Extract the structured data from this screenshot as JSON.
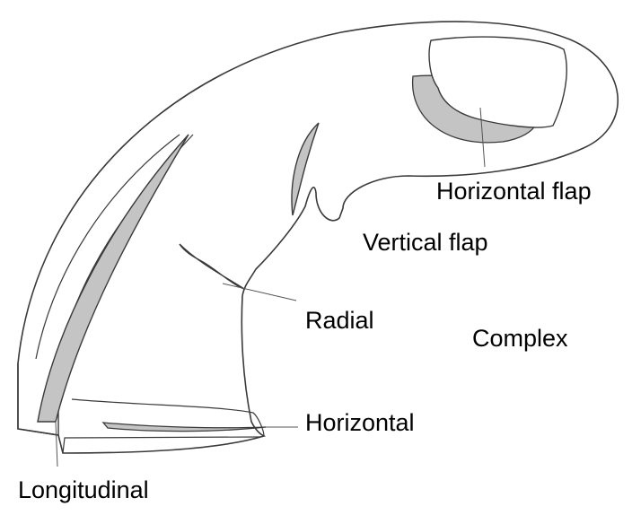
{
  "labels": {
    "horizontal_flap": "Horizontal flap",
    "vertical_flap": "Vertical flap",
    "radial": "Radial",
    "complex": "Complex",
    "horizontal": "Horizontal",
    "longitudinal": "Longitudinal"
  },
  "colors": {
    "outline": "#3a3a3a",
    "tear_fill": "#c4c4c4",
    "leader": "#555555",
    "background": "#ffffff"
  }
}
